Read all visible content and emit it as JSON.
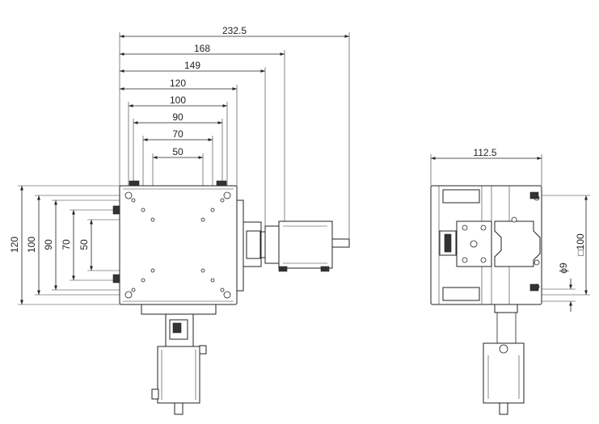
{
  "front_view": {
    "horizontal_dims": [
      "232.5",
      "168",
      "149",
      "120",
      "100",
      "90",
      "70",
      "50"
    ],
    "vertical_dims": [
      "120",
      "100",
      "90",
      "70",
      "50"
    ]
  },
  "side_view": {
    "width_dim": "112.5",
    "square_dim": "□100",
    "dia_dim": "ϕ9"
  },
  "colors": {
    "line": "#222222",
    "background": "#ffffff"
  }
}
